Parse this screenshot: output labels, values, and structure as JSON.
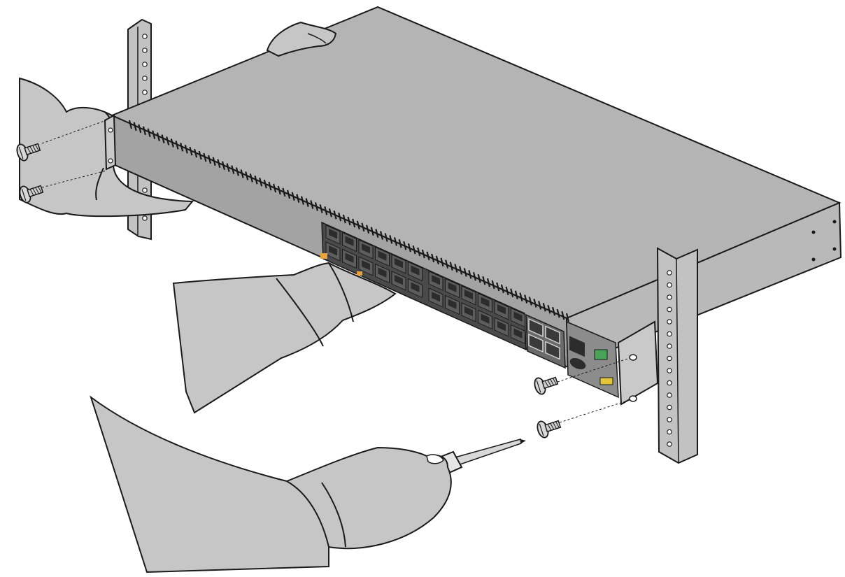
{
  "illustration": {
    "subject": "switch-rack-mount-installation",
    "parts": {
      "switch": {
        "ports_upper_row": 12,
        "ports_lower_row": 12,
        "port_groups": 2,
        "sfp_slots": 4
      },
      "rack_rails": 2,
      "screws": 4,
      "hands": 4,
      "tool": "screwdriver-icon"
    },
    "colors": {
      "outline": "#1a1a1a",
      "chassis_top": "#b4b4b4",
      "chassis_front": "#a3a3a3",
      "chassis_side": "#b9b9b9",
      "rail": "#c2c2c2",
      "sleeve": "#c6c6c6",
      "port": "#5d5d5d",
      "port_opening": "#2c2c2c",
      "accent_orange": "#e8a23a",
      "accent_yellow": "#e3c53a",
      "accent_green": "#4aa35a"
    }
  }
}
